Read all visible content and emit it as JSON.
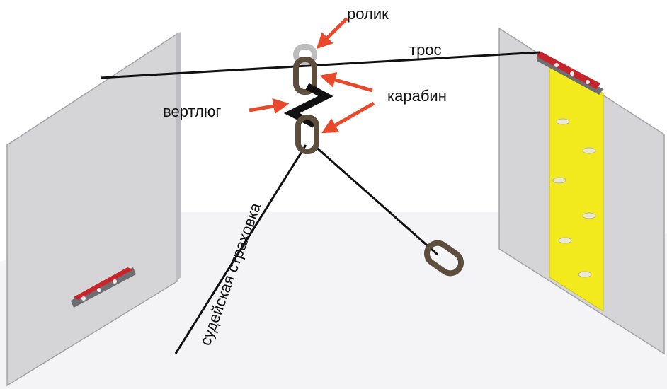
{
  "labels": {
    "roller": "ролик",
    "cable": "трос",
    "carabiner": "карабин",
    "swivel": "вертлюг",
    "judge_belay": "судейская страховка"
  },
  "colors": {
    "wall": "#d4d4d6",
    "wall_edge": "#a0a0a4",
    "floor": "#f2f2f4",
    "rope": "#111111",
    "link": "#5d4d3d",
    "link_light": "#bdbdbd",
    "arrow": "#e8492a",
    "yellow_strip": "#f2ea1c",
    "hold": "#e9e6cf",
    "anchor_red": "#c8242c",
    "anchor_plate": "#6e6e72"
  },
  "icons": {
    "roller": "roller-icon",
    "swivel": "swivel-icon",
    "carabiner": "carabiner-icon",
    "ring": "ring-icon",
    "anchor": "anchor-icon"
  }
}
